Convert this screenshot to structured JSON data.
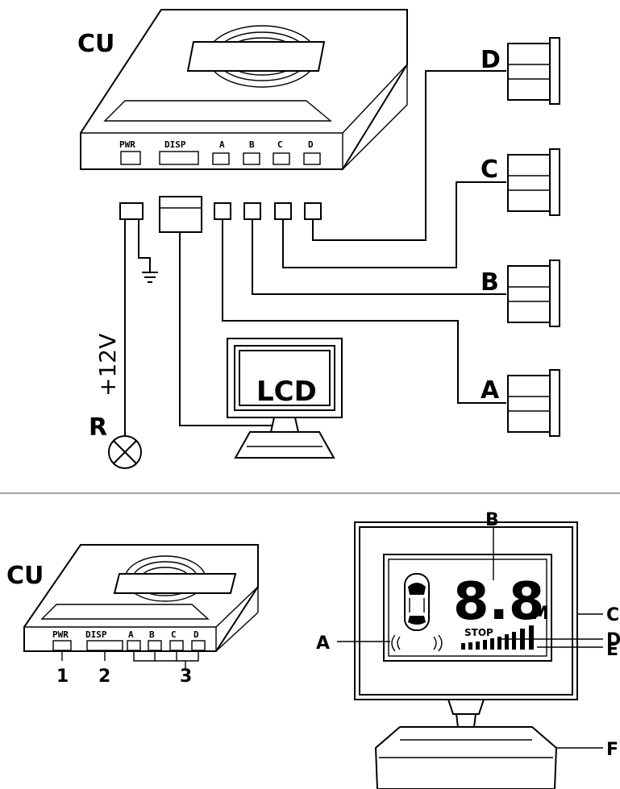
{
  "top_diagram": {
    "cu_label": "CU",
    "ports": [
      "PWR",
      "DISP",
      "A",
      "B",
      "C",
      "D"
    ],
    "sensor_labels": [
      "D",
      "C",
      "B",
      "A"
    ],
    "voltage_label": "+12V",
    "reverse_label": "R",
    "display_label": "LCD"
  },
  "bottom_diagram": {
    "cu_label": "CU",
    "ports": [
      "PWR",
      "DISP",
      "A",
      "B",
      "C",
      "D"
    ],
    "callout_numbers": [
      "1",
      "2",
      "3"
    ],
    "display": {
      "distance_value": "8.8",
      "distance_unit": "M",
      "stop_text": "STOP",
      "callouts": [
        "A",
        "B",
        "C",
        "D",
        "E",
        "F"
      ]
    }
  }
}
